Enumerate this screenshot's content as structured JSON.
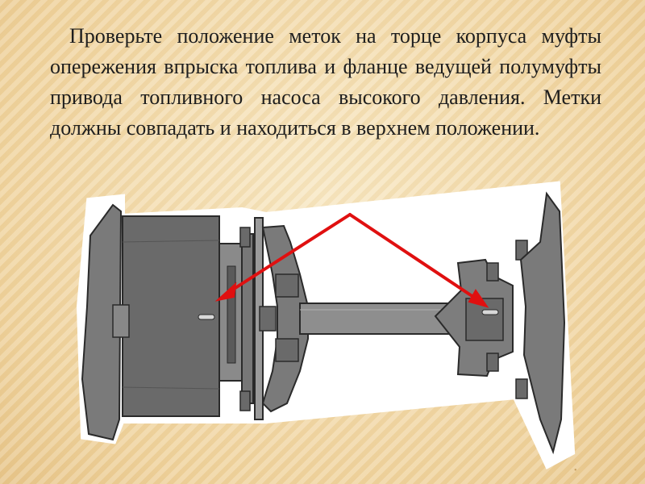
{
  "slide": {
    "text": "Проверьте положение меток на торце корпуса муфты опережения впрыска топлива и фланце ведущей полумуфты привода топливного насоса высокого давления. Метки должны совпадать и находиться в верхнем положении."
  },
  "colors": {
    "background": "#f3ddb0",
    "text": "#1e1e1e",
    "part_fill": "#6d6d6d",
    "part_dark": "#3b3b3b",
    "arrow": "#e01010"
  },
  "icons": [
    "coupling-drawing",
    "red-pointer-arrows"
  ]
}
